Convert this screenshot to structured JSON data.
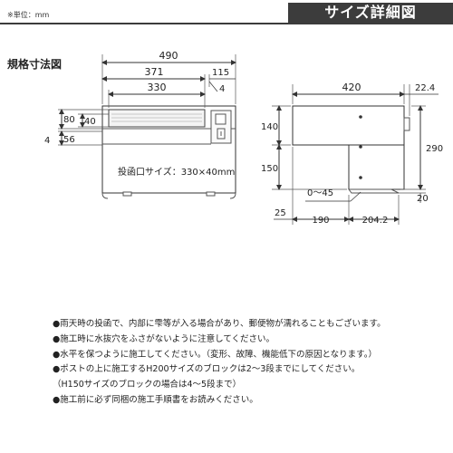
{
  "header": {
    "unit_note": "※単位：mm",
    "title": "サイズ詳細図"
  },
  "section_title": "規格寸法図",
  "front_view": {
    "dims": {
      "overall_width": "490",
      "width_371": "371",
      "width_115": "115",
      "width_4_top": "4",
      "opening_width": "330",
      "height_80": "80",
      "height_40": "40",
      "side_4": "4",
      "height_56": "56"
    },
    "slot_label": "投函口サイズ：330×40mm"
  },
  "side_view": {
    "dims": {
      "depth_420": "420",
      "dim_22_4": "22.4",
      "height_140": "140",
      "height_290": "290",
      "height_150": "150",
      "range_0_45": "0〜45",
      "dim_20": "20",
      "dim_25": "25",
      "dim_190": "190",
      "dim_204_2": "204.2"
    }
  },
  "notes": [
    "●雨天時の投函で、内部に雫等が入る場合があり、郵便物が濡れることもございます。",
    "●施工時に水抜穴をふさがないように注意してください。",
    "●水平を保つように施工してください。（変形、故障、機能低下の原因となります。）",
    "●ポストの上に施工するH200サイズのブロックは2〜3段までにしてください。",
    "（H150サイズのブロックの場合は4〜5段まで）",
    "●施工前に必ず同梱の施工手順書をお読みください。"
  ]
}
